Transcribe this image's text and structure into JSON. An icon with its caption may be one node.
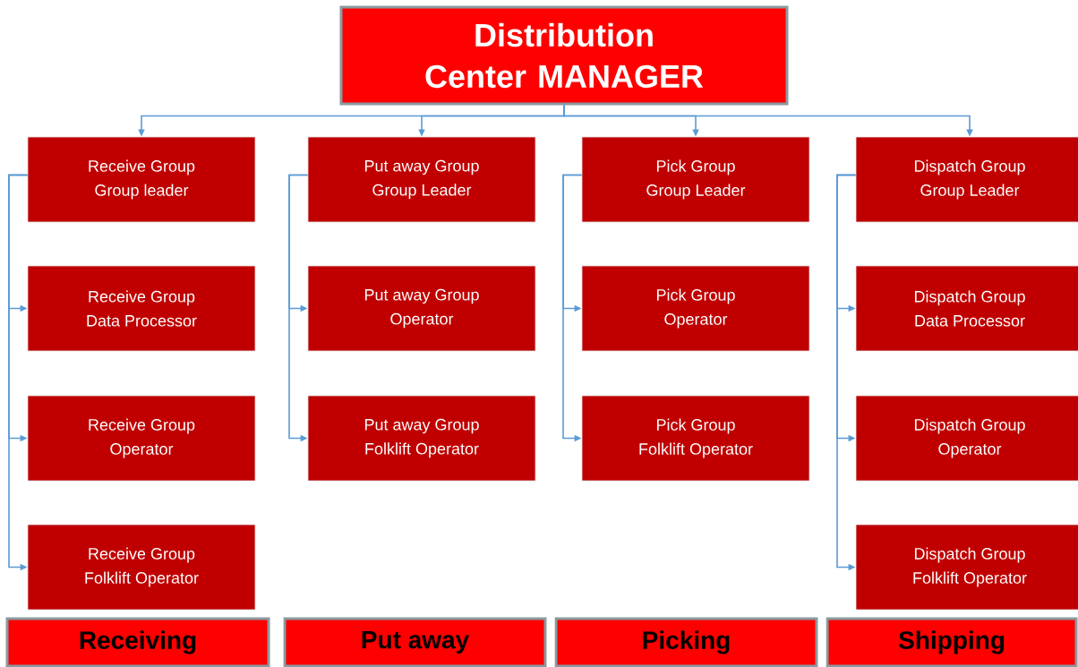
{
  "diagram": {
    "nodes": [
      {
        "text": [
          "Distribution Center MANAGER"
        ]
      },
      {
        "text": [
          "Receive Group",
          "Group leader"
        ]
      },
      {
        "text": [
          "Receive Group",
          "Data Processor"
        ]
      },
      {
        "text": [
          "Receive Group",
          "Operator"
        ]
      },
      {
        "text": [
          "Receive Group",
          "Folklift Operator"
        ]
      },
      {
        "text": [
          "Put away Group",
          "Group Leader"
        ]
      },
      {
        "text": [
          "Put away Group",
          "Operator"
        ]
      },
      {
        "text": [
          "Put away Group",
          "Folklift Operator"
        ]
      },
      {
        "text": [
          "Pick Group",
          "Group Leader"
        ]
      },
      {
        "text": [
          "Pick Group",
          "Operator"
        ]
      },
      {
        "text": [
          "Pick Group",
          "Folklift Operator"
        ]
      },
      {
        "text": [
          "Dispatch Group",
          "Group Leader"
        ]
      },
      {
        "text": [
          "Dispatch Group",
          "Data Processor"
        ]
      },
      {
        "text": [
          "Dispatch Group",
          "Operator"
        ]
      },
      {
        "text": [
          "Dispatch Group",
          "Folklift Operator"
        ]
      },
      {
        "text": [
          "Receiving"
        ]
      },
      {
        "text": [
          "Put away"
        ]
      },
      {
        "text": [
          "Picking"
        ]
      },
      {
        "text": [
          "Shipping"
        ]
      }
    ],
    "edges": [
      {
        "from": 0,
        "to": 1,
        "arrow": "to"
      },
      {
        "from": 0,
        "to": 5,
        "arrow": "to"
      },
      {
        "from": 0,
        "to": 8,
        "arrow": "to"
      },
      {
        "from": 0,
        "to": 11,
        "arrow": "to"
      },
      {
        "from": 1,
        "to": 2,
        "arrow": "to"
      },
      {
        "from": 1,
        "to": 3,
        "arrow": "to"
      },
      {
        "from": 1,
        "to": 4,
        "arrow": "to"
      },
      {
        "from": 5,
        "to": 6,
        "arrow": "to"
      },
      {
        "from": 5,
        "to": 7,
        "arrow": "to"
      },
      {
        "from": 8,
        "to": 9,
        "arrow": "to"
      },
      {
        "from": 8,
        "to": 10,
        "arrow": "to"
      },
      {
        "from": 11,
        "to": 12,
        "arrow": "to"
      },
      {
        "from": 11,
        "to": 13,
        "arrow": "to"
      },
      {
        "from": 11,
        "to": 14,
        "arrow": "to"
      }
    ]
  }
}
